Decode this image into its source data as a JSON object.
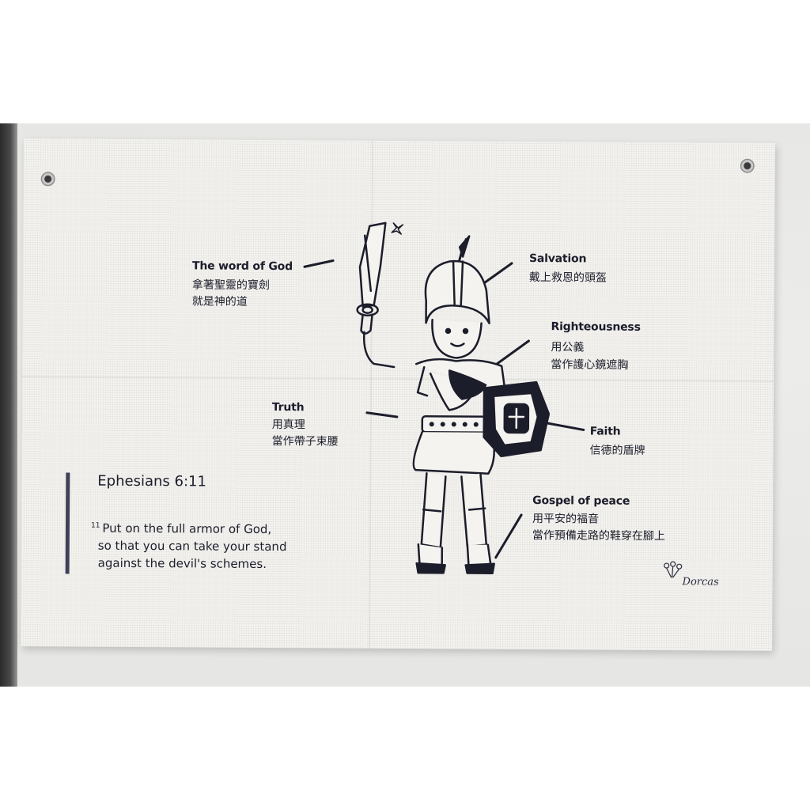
{
  "verse": {
    "reference": "Ephesians 6:11",
    "number": "11",
    "line1": "Put on the full armor of God,",
    "line2": "so that you can take your stand",
    "line3": "against the devil's schemes."
  },
  "armor": {
    "sword": {
      "en": "The word of God",
      "zh_line1": "拿著聖靈的寶劍",
      "zh_line2": "就是神的道"
    },
    "helmet": {
      "en": "Salvation",
      "zh_line1": "戴上救恩的頭盔"
    },
    "breastplate": {
      "en": "Righteousness",
      "zh_line1": "用公義",
      "zh_line2": "當作護心鏡遮胸"
    },
    "belt": {
      "en": "Truth",
      "zh_line1": "用真理",
      "zh_line2": "當作帶子束腰"
    },
    "shield": {
      "en": "Faith",
      "zh_line1": "信德的盾牌"
    },
    "shoes": {
      "en": "Gospel of peace",
      "zh_line1": "用平安的福音",
      "zh_line2": "當作預備走路的鞋穿在腳上"
    }
  },
  "signature": "Dorcas",
  "icons": [
    "sparkle-icon",
    "cross-icon",
    "flower-icon"
  ],
  "colors": {
    "ink": "#1c1d2b",
    "accent_bar": "#3e4157",
    "fabric": "#f4f3ef",
    "wall": "#e9e9e7"
  }
}
